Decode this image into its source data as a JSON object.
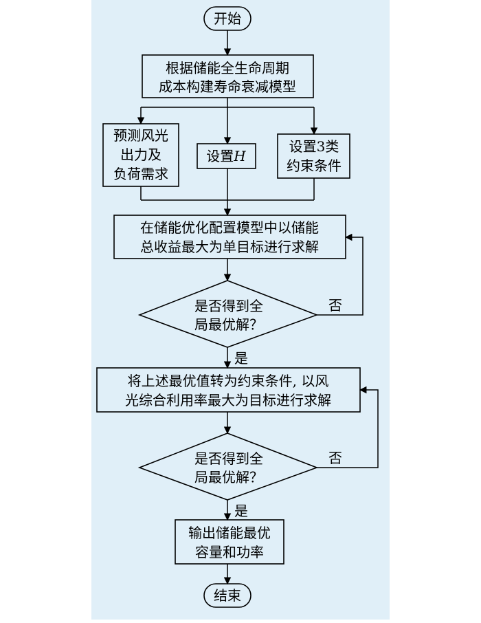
{
  "diagram": {
    "background_color": "#e0eff8",
    "start": "开始",
    "step1": [
      "根据储能全生命周期",
      "成本构建寿命衰减模型"
    ],
    "branch_left": [
      "预测风光",
      "出力及",
      "负荷需求"
    ],
    "branch_mid_prefix": "设置",
    "branch_mid_var": "H",
    "branch_right": [
      "设置3类",
      "约束条件"
    ],
    "step2": [
      "在储能优化配置模型中以储能",
      "总收益最大为单目标进行求解"
    ],
    "decision1": [
      "是否得到全",
      "局最优解？"
    ],
    "step3": [
      "将上述最优值转为约束条件, 以风",
      "光综合利用率最大为目标进行求解"
    ],
    "decision2": [
      "是否得到全",
      "局最优解？"
    ],
    "output": [
      "输出储能最优",
      "容量和功率"
    ],
    "end": "结束",
    "yes_label": "是",
    "no_label": "否"
  }
}
